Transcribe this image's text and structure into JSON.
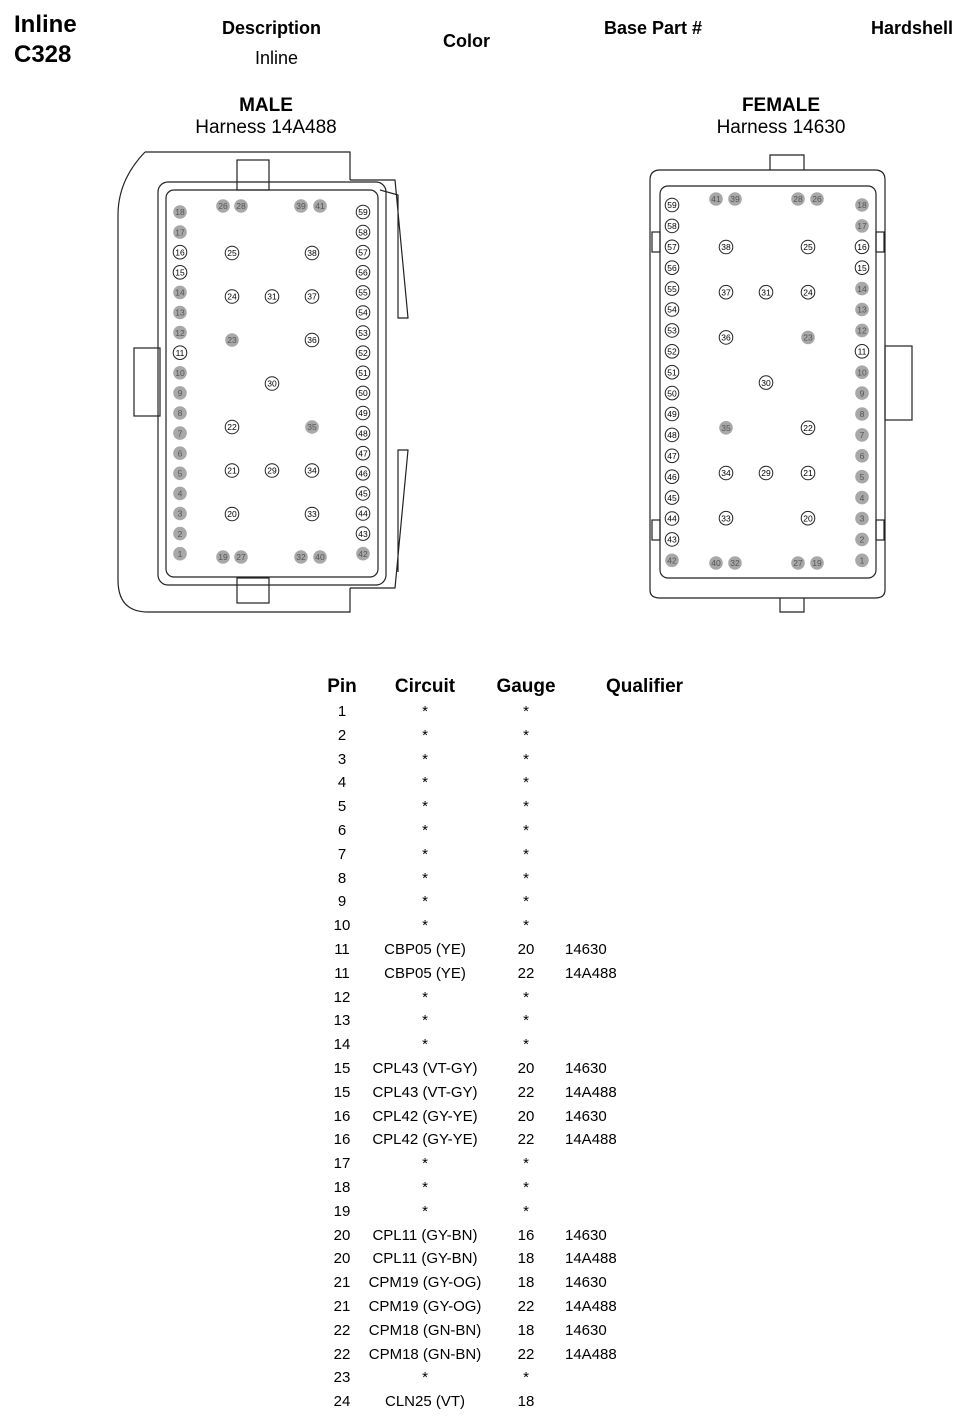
{
  "header": {
    "title_line1": "Inline",
    "title_line2": "C328",
    "description_label": "Description",
    "description_value": "Inline",
    "color_label": "Color",
    "base_part_label": "Base Part #",
    "hardshell_label": "Hardshell"
  },
  "male": {
    "label": "MALE",
    "harness": "Harness 14A488",
    "left_column": [
      {
        "n": "18",
        "f": 1
      },
      {
        "n": "17",
        "f": 1
      },
      {
        "n": "16",
        "f": 0
      },
      {
        "n": "15",
        "f": 0
      },
      {
        "n": "14",
        "f": 1
      },
      {
        "n": "13",
        "f": 1
      },
      {
        "n": "12",
        "f": 1
      },
      {
        "n": "11",
        "f": 0
      },
      {
        "n": "10",
        "f": 1
      },
      {
        "n": "9",
        "f": 1
      },
      {
        "n": "8",
        "f": 1
      },
      {
        "n": "7",
        "f": 1
      },
      {
        "n": "6",
        "f": 1
      },
      {
        "n": "5",
        "f": 1
      },
      {
        "n": "4",
        "f": 1
      },
      {
        "n": "3",
        "f": 1
      },
      {
        "n": "2",
        "f": 1
      },
      {
        "n": "1",
        "f": 1
      }
    ],
    "right_column": [
      {
        "n": "59",
        "f": 0
      },
      {
        "n": "58",
        "f": 0
      },
      {
        "n": "57",
        "f": 0
      },
      {
        "n": "56",
        "f": 0
      },
      {
        "n": "55",
        "f": 0
      },
      {
        "n": "54",
        "f": 0
      },
      {
        "n": "53",
        "f": 0
      },
      {
        "n": "52",
        "f": 0
      },
      {
        "n": "51",
        "f": 0
      },
      {
        "n": "50",
        "f": 0
      },
      {
        "n": "49",
        "f": 0
      },
      {
        "n": "48",
        "f": 0
      },
      {
        "n": "47",
        "f": 0
      },
      {
        "n": "46",
        "f": 0
      },
      {
        "n": "45",
        "f": 0
      },
      {
        "n": "44",
        "f": 0
      },
      {
        "n": "43",
        "f": 0
      },
      {
        "n": "42",
        "f": 1
      }
    ],
    "top_row": [
      {
        "n": "26",
        "f": 1
      },
      {
        "n": "28",
        "f": 1
      },
      {
        "n": "39",
        "f": 1
      },
      {
        "n": "41",
        "f": 1
      }
    ],
    "bottom_row": [
      {
        "n": "19",
        "f": 1
      },
      {
        "n": "27",
        "f": 1
      },
      {
        "n": "32",
        "f": 1
      },
      {
        "n": "40",
        "f": 1
      }
    ],
    "center": [
      {
        "n": "25",
        "f": 0,
        "c": 0,
        "r": 1
      },
      {
        "n": "38",
        "f": 0,
        "c": 2,
        "r": 1
      },
      {
        "n": "24",
        "f": 0,
        "c": 0,
        "r": 2
      },
      {
        "n": "31",
        "f": 0,
        "c": 1,
        "r": 2
      },
      {
        "n": "37",
        "f": 0,
        "c": 2,
        "r": 2
      },
      {
        "n": "23",
        "f": 1,
        "c": 0,
        "r": 3
      },
      {
        "n": "36",
        "f": 0,
        "c": 2,
        "r": 3
      },
      {
        "n": "30",
        "f": 0,
        "c": 1,
        "r": 4
      },
      {
        "n": "22",
        "f": 0,
        "c": 0,
        "r": 5
      },
      {
        "n": "35",
        "f": 1,
        "c": 2,
        "r": 5
      },
      {
        "n": "21",
        "f": 0,
        "c": 0,
        "r": 6
      },
      {
        "n": "29",
        "f": 0,
        "c": 1,
        "r": 6
      },
      {
        "n": "34",
        "f": 0,
        "c": 2,
        "r": 6
      },
      {
        "n": "20",
        "f": 0,
        "c": 0,
        "r": 7
      },
      {
        "n": "33",
        "f": 0,
        "c": 2,
        "r": 7
      }
    ]
  },
  "female": {
    "label": "FEMALE",
    "harness": "Harness 14630",
    "left_column": [
      {
        "n": "59",
        "f": 0
      },
      {
        "n": "58",
        "f": 0
      },
      {
        "n": "57",
        "f": 0
      },
      {
        "n": "56",
        "f": 0
      },
      {
        "n": "55",
        "f": 0
      },
      {
        "n": "54",
        "f": 0
      },
      {
        "n": "53",
        "f": 0
      },
      {
        "n": "52",
        "f": 0
      },
      {
        "n": "51",
        "f": 0
      },
      {
        "n": "50",
        "f": 0
      },
      {
        "n": "49",
        "f": 0
      },
      {
        "n": "48",
        "f": 0
      },
      {
        "n": "47",
        "f": 0
      },
      {
        "n": "46",
        "f": 0
      },
      {
        "n": "45",
        "f": 0
      },
      {
        "n": "44",
        "f": 0
      },
      {
        "n": "43",
        "f": 0
      },
      {
        "n": "42",
        "f": 1
      }
    ],
    "right_column": [
      {
        "n": "18",
        "f": 1
      },
      {
        "n": "17",
        "f": 1
      },
      {
        "n": "16",
        "f": 0
      },
      {
        "n": "15",
        "f": 0
      },
      {
        "n": "14",
        "f": 1
      },
      {
        "n": "13",
        "f": 1
      },
      {
        "n": "12",
        "f": 1
      },
      {
        "n": "11",
        "f": 0
      },
      {
        "n": "10",
        "f": 1
      },
      {
        "n": "9",
        "f": 1
      },
      {
        "n": "8",
        "f": 1
      },
      {
        "n": "7",
        "f": 1
      },
      {
        "n": "6",
        "f": 1
      },
      {
        "n": "5",
        "f": 1
      },
      {
        "n": "4",
        "f": 1
      },
      {
        "n": "3",
        "f": 1
      },
      {
        "n": "2",
        "f": 1
      },
      {
        "n": "1",
        "f": 1
      }
    ],
    "top_row": [
      {
        "n": "41",
        "f": 1
      },
      {
        "n": "39",
        "f": 1
      },
      {
        "n": "28",
        "f": 1
      },
      {
        "n": "26",
        "f": 1
      }
    ],
    "bottom_row": [
      {
        "n": "40",
        "f": 1
      },
      {
        "n": "32",
        "f": 1
      },
      {
        "n": "27",
        "f": 1
      },
      {
        "n": "19",
        "f": 1
      }
    ],
    "center": [
      {
        "n": "38",
        "f": 0,
        "c": 0,
        "r": 1
      },
      {
        "n": "25",
        "f": 0,
        "c": 2,
        "r": 1
      },
      {
        "n": "37",
        "f": 0,
        "c": 0,
        "r": 2
      },
      {
        "n": "31",
        "f": 0,
        "c": 1,
        "r": 2
      },
      {
        "n": "24",
        "f": 0,
        "c": 2,
        "r": 2
      },
      {
        "n": "36",
        "f": 0,
        "c": 0,
        "r": 3
      },
      {
        "n": "23",
        "f": 1,
        "c": 2,
        "r": 3
      },
      {
        "n": "30",
        "f": 0,
        "c": 1,
        "r": 4
      },
      {
        "n": "35",
        "f": 1,
        "c": 0,
        "r": 5
      },
      {
        "n": "22",
        "f": 0,
        "c": 2,
        "r": 5
      },
      {
        "n": "34",
        "f": 0,
        "c": 0,
        "r": 6
      },
      {
        "n": "29",
        "f": 0,
        "c": 1,
        "r": 6
      },
      {
        "n": "21",
        "f": 0,
        "c": 2,
        "r": 6
      },
      {
        "n": "33",
        "f": 0,
        "c": 0,
        "r": 7
      },
      {
        "n": "20",
        "f": 0,
        "c": 2,
        "r": 7
      }
    ]
  },
  "table": {
    "headers": {
      "pin": "Pin",
      "circuit": "Circuit",
      "gauge": "Gauge",
      "qualifier": "Qualifier"
    },
    "rows": [
      {
        "pin": "1",
        "circuit": "*",
        "gauge": "*",
        "qualifier": ""
      },
      {
        "pin": "2",
        "circuit": "*",
        "gauge": "*",
        "qualifier": ""
      },
      {
        "pin": "3",
        "circuit": "*",
        "gauge": "*",
        "qualifier": ""
      },
      {
        "pin": "4",
        "circuit": "*",
        "gauge": "*",
        "qualifier": ""
      },
      {
        "pin": "5",
        "circuit": "*",
        "gauge": "*",
        "qualifier": ""
      },
      {
        "pin": "6",
        "circuit": "*",
        "gauge": "*",
        "qualifier": ""
      },
      {
        "pin": "7",
        "circuit": "*",
        "gauge": "*",
        "qualifier": ""
      },
      {
        "pin": "8",
        "circuit": "*",
        "gauge": "*",
        "qualifier": ""
      },
      {
        "pin": "9",
        "circuit": "*",
        "gauge": "*",
        "qualifier": ""
      },
      {
        "pin": "10",
        "circuit": "*",
        "gauge": "*",
        "qualifier": ""
      },
      {
        "pin": "11",
        "circuit": "CBP05 (YE)",
        "gauge": "20",
        "qualifier": "14630"
      },
      {
        "pin": "11",
        "circuit": "CBP05 (YE)",
        "gauge": "22",
        "qualifier": "14A488"
      },
      {
        "pin": "12",
        "circuit": "*",
        "gauge": "*",
        "qualifier": ""
      },
      {
        "pin": "13",
        "circuit": "*",
        "gauge": "*",
        "qualifier": ""
      },
      {
        "pin": "14",
        "circuit": "*",
        "gauge": "*",
        "qualifier": ""
      },
      {
        "pin": "15",
        "circuit": "CPL43 (VT-GY)",
        "gauge": "20",
        "qualifier": "14630"
      },
      {
        "pin": "15",
        "circuit": "CPL43 (VT-GY)",
        "gauge": "22",
        "qualifier": "14A488"
      },
      {
        "pin": "16",
        "circuit": "CPL42 (GY-YE)",
        "gauge": "20",
        "qualifier": "14630"
      },
      {
        "pin": "16",
        "circuit": "CPL42 (GY-YE)",
        "gauge": "22",
        "qualifier": "14A488"
      },
      {
        "pin": "17",
        "circuit": "*",
        "gauge": "*",
        "qualifier": ""
      },
      {
        "pin": "18",
        "circuit": "*",
        "gauge": "*",
        "qualifier": ""
      },
      {
        "pin": "19",
        "circuit": "*",
        "gauge": "*",
        "qualifier": ""
      },
      {
        "pin": "20",
        "circuit": "CPL11 (GY-BN)",
        "gauge": "16",
        "qualifier": "14630"
      },
      {
        "pin": "20",
        "circuit": "CPL11 (GY-BN)",
        "gauge": "18",
        "qualifier": "14A488"
      },
      {
        "pin": "21",
        "circuit": "CPM19 (GY-OG)",
        "gauge": "18",
        "qualifier": "14630"
      },
      {
        "pin": "21",
        "circuit": "CPM19 (GY-OG)",
        "gauge": "22",
        "qualifier": "14A488"
      },
      {
        "pin": "22",
        "circuit": "CPM18 (GN-BN)",
        "gauge": "18",
        "qualifier": "14630"
      },
      {
        "pin": "22",
        "circuit": "CPM18 (GN-BN)",
        "gauge": "22",
        "qualifier": "14A488"
      },
      {
        "pin": "23",
        "circuit": "*",
        "gauge": "*",
        "qualifier": ""
      },
      {
        "pin": "24",
        "circuit": "CLN25 (VT)",
        "gauge": "18",
        "qualifier": ""
      }
    ]
  },
  "colors": {
    "pin_fill": "#a8a8a8",
    "outline": "#222222"
  }
}
